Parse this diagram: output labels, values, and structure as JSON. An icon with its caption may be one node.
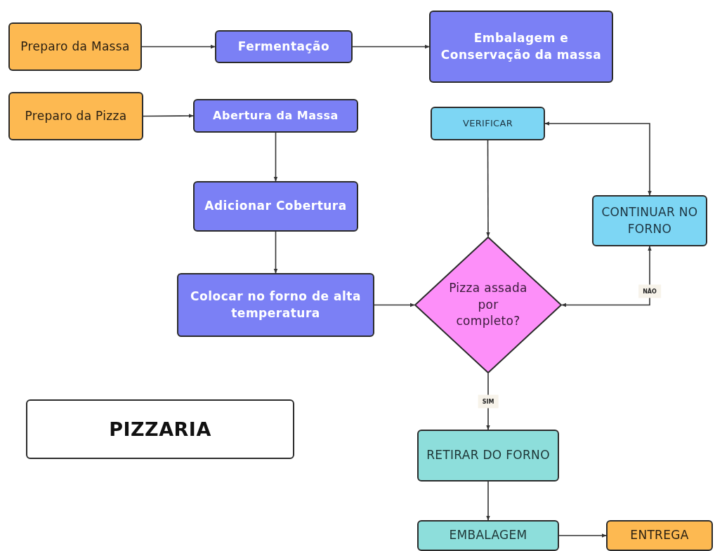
{
  "diagram": {
    "nodes": [
      {
        "text": [
          "Preparo da Massa"
        ]
      },
      {
        "text": [
          "Fermentação"
        ]
      },
      {
        "text": [
          "Embalagem e Conservação da massa"
        ]
      },
      {
        "text": [
          "Preparo da Pizza"
        ]
      },
      {
        "text": [
          "Abertura da Massa"
        ]
      },
      {
        "text": [
          "Adicionar Cobertura"
        ]
      },
      {
        "text": [
          "Colocar no forno de alta temperatura"
        ]
      },
      {
        "text": [
          "VERIFICAR"
        ]
      },
      {
        "text": [
          "CONTINUAR NO FORNO"
        ]
      },
      {
        "text": [
          "Pizza assada por completo?"
        ]
      },
      {
        "text": [
          "PIZZARIA"
        ]
      },
      {
        "text": [
          "RETIRAR DO FORNO"
        ]
      },
      {
        "text": [
          "EMBALAGEM"
        ]
      },
      {
        "text": [
          "ENTREGA"
        ]
      }
    ],
    "edges": [
      {
        "from": 0,
        "to": 1,
        "arrow": "to"
      },
      {
        "from": 1,
        "to": 2,
        "arrow": "to"
      },
      {
        "from": 3,
        "to": 4,
        "arrow": "to"
      },
      {
        "from": 4,
        "to": 5,
        "arrow": "to"
      },
      {
        "from": 5,
        "to": 6,
        "arrow": "to"
      },
      {
        "from": 6,
        "to": 9,
        "arrow": "to"
      },
      {
        "from": 7,
        "to": 9,
        "arrow": "to"
      },
      {
        "from": 9,
        "to": 8,
        "arrow": "both",
        "label": "NÃO"
      },
      {
        "from": 8,
        "to": 7,
        "arrow": "both"
      },
      {
        "from": 9,
        "to": 11,
        "arrow": "to",
        "label": "SIM"
      },
      {
        "from": 11,
        "to": 12,
        "arrow": "to"
      },
      {
        "from": 12,
        "to": 13,
        "arrow": "to"
      }
    ]
  }
}
